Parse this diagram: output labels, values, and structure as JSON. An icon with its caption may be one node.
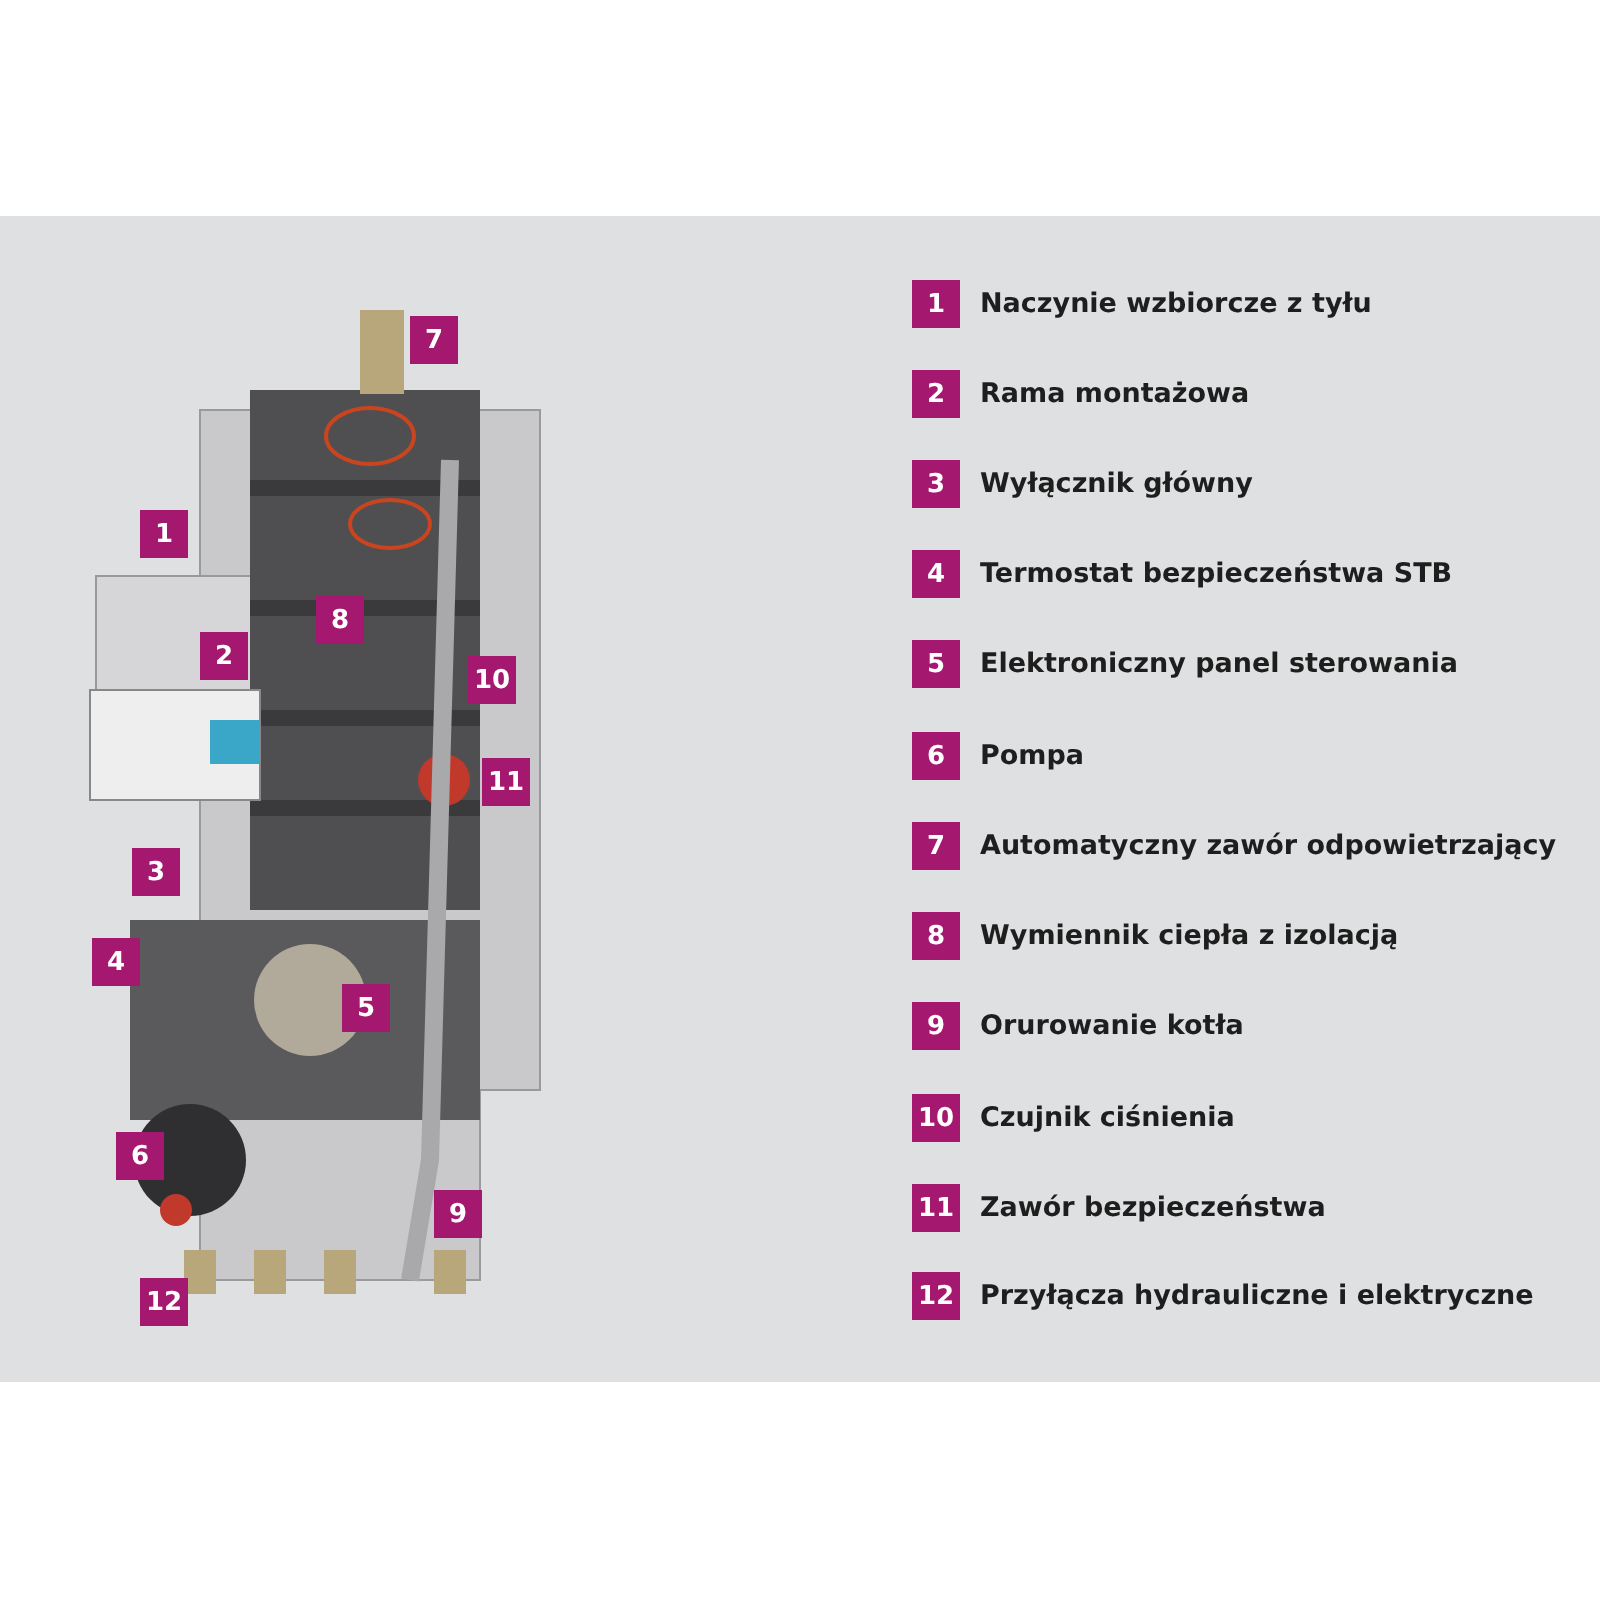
{
  "diagram": {
    "nodes": [
      {
        "text": [
          "7"
        ]
      },
      {
        "text": [
          "1"
        ]
      },
      {
        "text": [
          "8"
        ]
      },
      {
        "text": [
          "2"
        ]
      },
      {
        "text": [
          "10"
        ]
      },
      {
        "text": [
          "11"
        ]
      },
      {
        "text": [
          "3"
        ]
      },
      {
        "text": [
          "4"
        ]
      },
      {
        "text": [
          "5"
        ]
      },
      {
        "text": [
          "6"
        ]
      },
      {
        "text": [
          "9"
        ]
      },
      {
        "text": [
          "12"
        ]
      },
      {
        "text": [
          "1"
        ],
        "beside": [
          "Naczynie wzbiorcze z tyłu"
        ]
      },
      {
        "text": [
          "2"
        ],
        "beside": [
          "Rama montażowa"
        ]
      },
      {
        "text": [
          "3"
        ],
        "beside": [
          "Wyłącznik główny"
        ]
      },
      {
        "text": [
          "4"
        ],
        "beside": [
          "Termostat bezpieczeństwa STB"
        ]
      },
      {
        "text": [
          "5"
        ],
        "beside": [
          "Elektroniczny panel sterowania"
        ]
      },
      {
        "text": [
          "6"
        ],
        "beside": [
          "Pompa"
        ]
      },
      {
        "text": [
          "7"
        ],
        "beside": [
          "Automatyczny zawór odpowietrzający"
        ]
      },
      {
        "text": [
          "8"
        ],
        "beside": [
          "Wymiennik ciepła z izolacją"
        ]
      },
      {
        "text": [
          "9"
        ],
        "beside": [
          "Orurowanie kotła"
        ]
      },
      {
        "text": [
          "10"
        ],
        "beside": [
          "Czujnik ciśnienia"
        ]
      },
      {
        "text": [
          "11"
        ],
        "beside": [
          "Zawór bezpieczeństwa"
        ]
      },
      {
        "text": [
          "12"
        ],
        "beside": [
          "Przyłącza hydrauliczne i elektryczne"
        ]
      }
    ]
  }
}
